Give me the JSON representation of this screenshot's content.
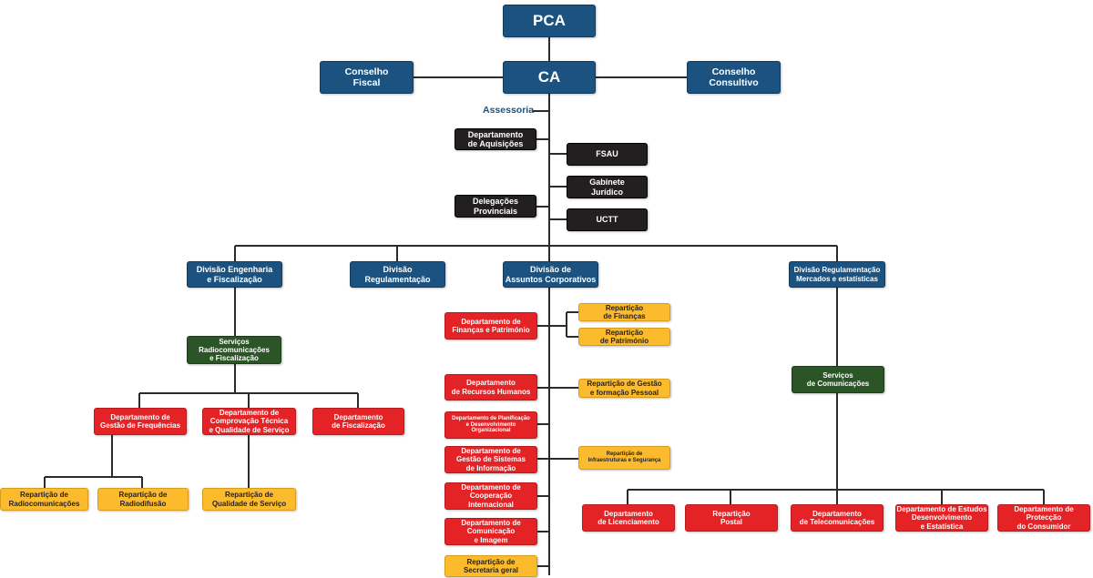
{
  "top": {
    "pca": "PCA",
    "ca": "CA",
    "conselho_fiscal": "Conselho\nFiscal",
    "conselho_consultivo": "Conselho\nConsultivo",
    "assessoria": "Assessoria"
  },
  "staff": {
    "dep_aquisicoes": "Departamento\nde Aquisições",
    "fsau": "FSAU",
    "gabinete": "Gabinete\nJurídico",
    "delegacoes": "Delegações\nProvinciais",
    "uctt": "UCTT"
  },
  "divisions": {
    "engenharia": "Divisão Engenharia\ne Fiscalização",
    "regulamentacao": "Divisão\nRegulamentação",
    "corporativos": "Divisão de\nAssuntos Corporativos",
    "mercados": "Divisão Regulamentação\nMercados e estatísticas"
  },
  "engenharia_branch": {
    "servicos": "Serviços\nRadiocomunicações\ne Fiscalização",
    "dep_frequencias": "Departamento de\nGestão de Frequências",
    "dep_comprovacao": "Departamento de\nComprovação Técnica\ne Qualidade de Serviço",
    "dep_fiscalizacao": "Departamento\nde Fiscalização",
    "rep_radiocom": "Repartição de\nRadiocomunicações",
    "rep_radiodifusao": "Repartição de\nRadiodifusão",
    "rep_qualidade": "Repartição de\nQualidade de Serviço"
  },
  "corporativos_branch": {
    "dep_financas": "Departamento de\nFinanças e Património",
    "rep_financas": "Repartição\nde Finanças",
    "rep_patrimonio": "Repartição\nde Património",
    "dep_rh": "Departamento\nde Recursos Humanos",
    "rep_gestao_formacao": "Repartição de Gestão\ne formação Pessoal",
    "dep_planificacao": "Departamento de Planificação\ne Desenvolvimento\nOrganizacional",
    "dep_sistemas": "Departamento de\nGestão de Sistemas\nde Informação",
    "rep_infra": "Repartição de\nInfraestruturas e Segurança",
    "dep_cooperacao": "Departamento de\nCooperação\nInternacional",
    "dep_comunicacao": "Departamento de\nComunicação\ne Imagem",
    "rep_secretaria": "Repartição de\nSecretaria geral"
  },
  "mercados_branch": {
    "servicos": "Serviços\nde Comunicações",
    "dep_licenciamento": "Departamento\nde Licenciamento",
    "rep_postal": "Repartição\nPostal",
    "dep_telecom": "Departamento\nde Telecomunicações",
    "dep_estudos": "Departamento de Estudos\nDesenvolvimento\ne Estatística",
    "dep_proteccao": "Departamento de\nProtecção\ndo Consumidor"
  },
  "colors": {
    "line": "#2b2b2b",
    "blue": "#1c5280",
    "black": "#231f20",
    "green": "#2c5527",
    "red": "#e42326",
    "yellow": "#fbbb2c"
  }
}
